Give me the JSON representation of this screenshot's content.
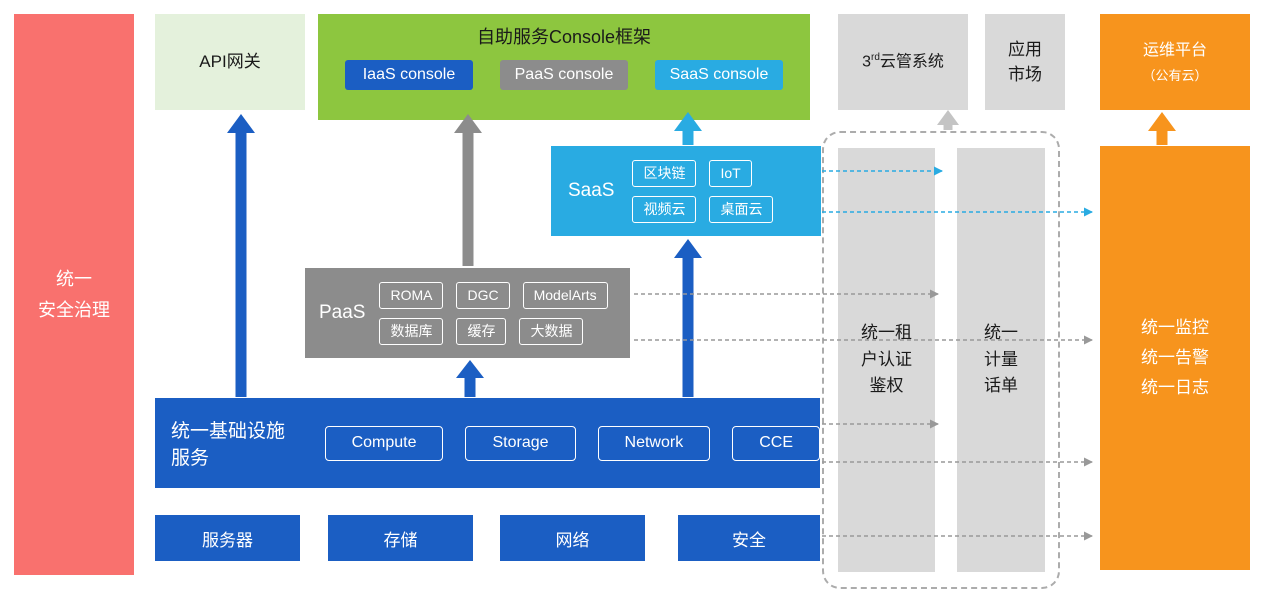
{
  "palette": {
    "red": "#F9716E",
    "blue": "#1B5EC3",
    "green": "#8DC63F",
    "pale_green": "#E4F1DC",
    "gray": "#8C8C8C",
    "light_gray": "#D9D9D9",
    "cyan": "#29ABE2",
    "orange": "#F7941D"
  },
  "security_panel": {
    "label": "统一\n安全治理"
  },
  "api_gateway": {
    "label": "API网关"
  },
  "console_framework": {
    "title": "自助服务Console框架",
    "consoles": [
      {
        "label": "IaaS console",
        "color": "#1B5EC3"
      },
      {
        "label": "PaaS console",
        "color": "#8C8C8C"
      },
      {
        "label": "SaaS console",
        "color": "#29ABE2"
      }
    ]
  },
  "third_party_cms": {
    "num": "3",
    "sup": "rd",
    "rest": "云管系统"
  },
  "app_market": {
    "label": "应用\n市场"
  },
  "om_platform": {
    "line1": "运维平台",
    "line2": "（公有云）"
  },
  "saas": {
    "label": "SaaS",
    "items": [
      "区块链",
      "IoT",
      "视频云",
      "桌面云"
    ]
  },
  "paas": {
    "label": "PaaS",
    "items": [
      "ROMA",
      "DGC",
      "ModelArts",
      "数据库",
      "缓存",
      "大数据"
    ]
  },
  "infrastructure": {
    "label": "统一基础设施服务",
    "items": [
      "Compute",
      "Storage",
      "Network",
      "CCE"
    ]
  },
  "hardware": {
    "items": [
      "服务器",
      "存储",
      "网络",
      "安全"
    ]
  },
  "tenant_auth": {
    "label": "统一租\n户认证\n鉴权"
  },
  "metering": {
    "label": "统一\n计量\n话单"
  },
  "monitoring": {
    "label": "统一监控\n统一告警\n统一日志"
  }
}
